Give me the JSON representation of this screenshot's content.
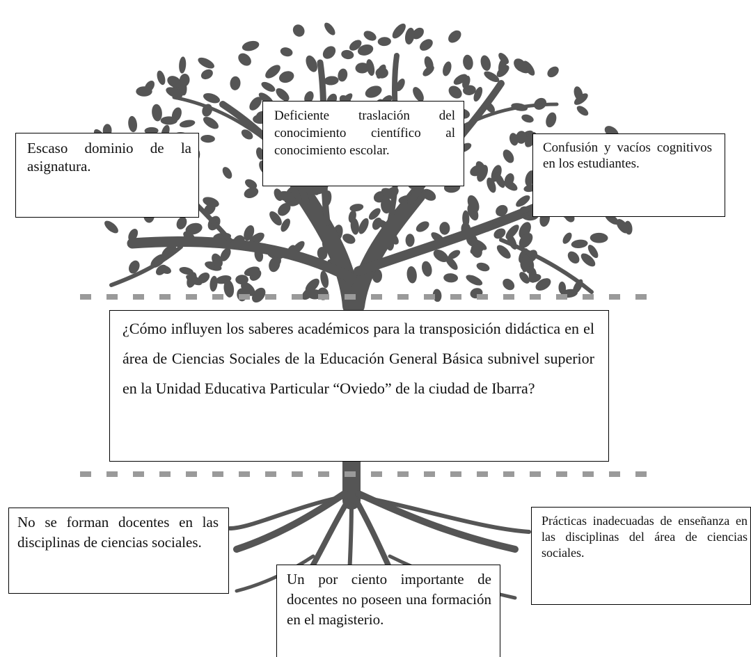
{
  "diagram": {
    "effects": [
      {
        "id": "b1",
        "text": "Escaso dominio de la asignatura."
      },
      {
        "id": "b2",
        "text": "Deficiente traslación del conocimiento científico al conocimiento escolar."
      },
      {
        "id": "b3",
        "text": "Confusión y vacíos cognitivos en los estudiantes."
      }
    ],
    "problem": "¿Cómo influyen los saberes académicos para la transposición didáctica en el área de Ciencias Sociales de la Educación General Básica subnivel superior en la Unidad Educativa Particular “Oviedo” de la ciudad de Ibarra?",
    "causes": [
      {
        "id": "b5",
        "text": "No se forman docentes en las disciplinas de ciencias sociales."
      },
      {
        "id": "b7",
        "text": "Un por ciento importante de docentes no poseen una formación en el magisterio."
      },
      {
        "id": "b6",
        "text": "Prácticas inadecuadas de enseñanza en las disciplinas del área de ciencias sociales."
      }
    ],
    "colors": {
      "tree": "#555555",
      "dash": "#9a9a9a",
      "border": "#000000",
      "text": "#111111"
    },
    "icon": "tree-illustration"
  }
}
